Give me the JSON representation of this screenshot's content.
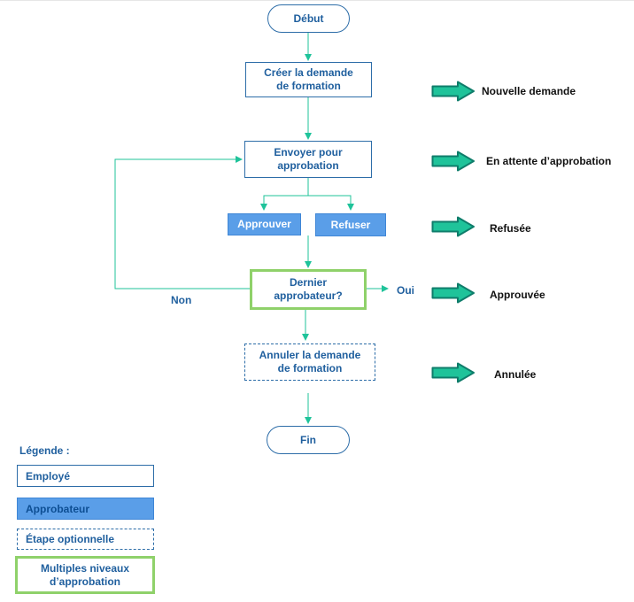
{
  "flow": {
    "start": "Début",
    "create": "Créer la demande de formation",
    "send": "Envoyer pour approbation",
    "approve": "Approuver",
    "reject": "Refuser",
    "last": "Dernier approbateur?",
    "cancel": "Annuler la demande de formation",
    "end": "Fin",
    "no_label": "Non",
    "yes_label": "Oui"
  },
  "statuses": {
    "new": "Nouvelle demande",
    "pending": "En attente d’approbation",
    "refused": "Refusée",
    "approved": "Approuvée",
    "cancelled": "Annulée"
  },
  "legend": {
    "title": "Légende :",
    "employee": "Employé",
    "approver": "Approbateur",
    "optional": "Étape optionnelle",
    "multi": "Multiples niveaux d’approbation"
  },
  "colors": {
    "connector": "#1fc39a",
    "status_arrow_fill": "#1fc39a",
    "status_arrow_stroke": "#0f7d6b",
    "multi_border": "#8fd16a",
    "approver_fill": "#5a9ee8",
    "text": "#1f5f9e"
  }
}
